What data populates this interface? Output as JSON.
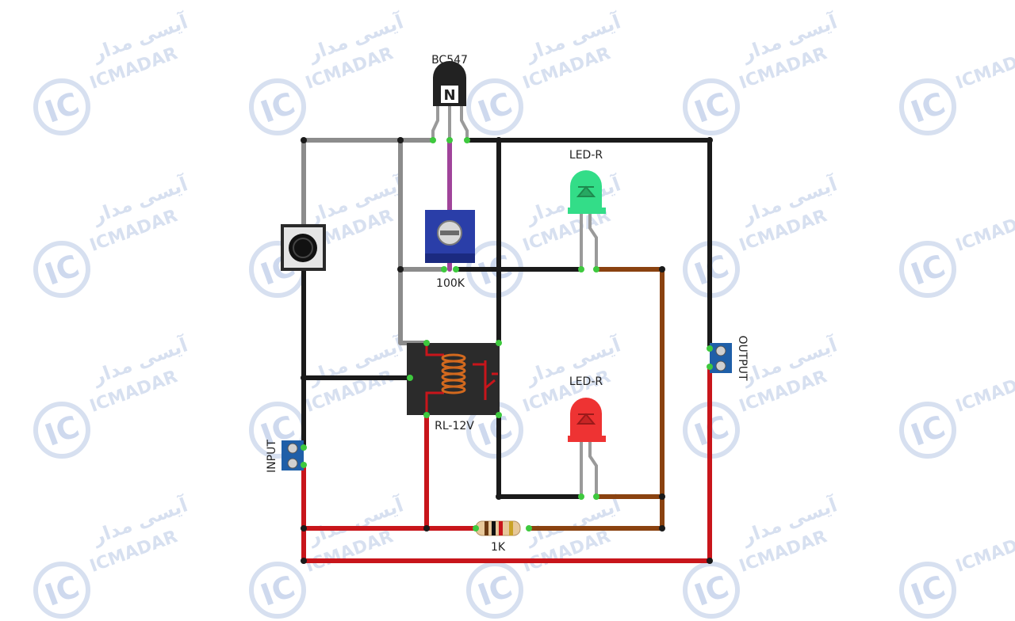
{
  "watermark": {
    "logo_text": "IC",
    "brand_latin": "ICMADAR",
    "brand_persian": "آیسی مدار",
    "color": "#c9d5ec"
  },
  "components": {
    "transistor": {
      "label": "BC547",
      "marking": "N"
    },
    "potentiometer": {
      "label": "100K"
    },
    "led_top": {
      "label": "LED-R",
      "color": "#33dd88"
    },
    "led_bottom": {
      "label": "LED-R",
      "color": "#ee3333"
    },
    "relay": {
      "label": "RL-12V"
    },
    "resistor": {
      "label": "1K"
    },
    "input_terminal": {
      "label": "INPUT"
    },
    "output_terminal": {
      "label": "OUTPUT"
    }
  },
  "colors": {
    "wire_black": "#1a1a1a",
    "wire_gray": "#8c8c8c",
    "wire_red": "#c8151b",
    "wire_brown": "#8a4210",
    "wire_purple": "#a0449a",
    "terminal_blue": "#1f5fa8",
    "node_green": "#3ec93e"
  }
}
